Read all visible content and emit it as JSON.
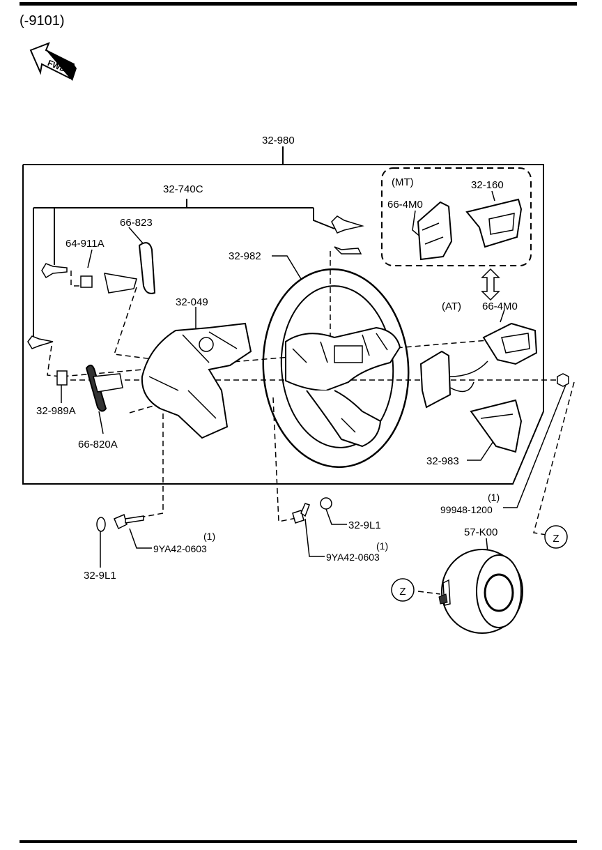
{
  "header": {
    "code": "(-9101)"
  },
  "fwd_badge": {
    "text": "FWD"
  },
  "variants": {
    "mt": "(MT)",
    "at": "(AT)"
  },
  "callouts": {
    "steering_assembly": "32-980",
    "cover_set": "32-740C",
    "paddle_right": "66-823",
    "switch_part": "64-911A",
    "clip": "32-989A",
    "paddle_left": "66-820A",
    "rear_cover": "32-049",
    "wheel": "32-982",
    "mt_switch": "66-4M0",
    "mt_bezel": "32-160",
    "at_switch": "66-4M0",
    "lower_cover": "32-983",
    "cap_right": "32-9L1",
    "cap_left": "32-9L1",
    "bolt_left": "9YA42-0603",
    "bolt_left_qty": "(1)",
    "bolt_center": "9YA42-0603",
    "bolt_center_qty": "(1)",
    "nut": "99948-1200",
    "nut_qty": "(1)",
    "airbag": "57-K00"
  },
  "zone_markers": {
    "marker_a": "Z",
    "marker_b": "Z"
  }
}
